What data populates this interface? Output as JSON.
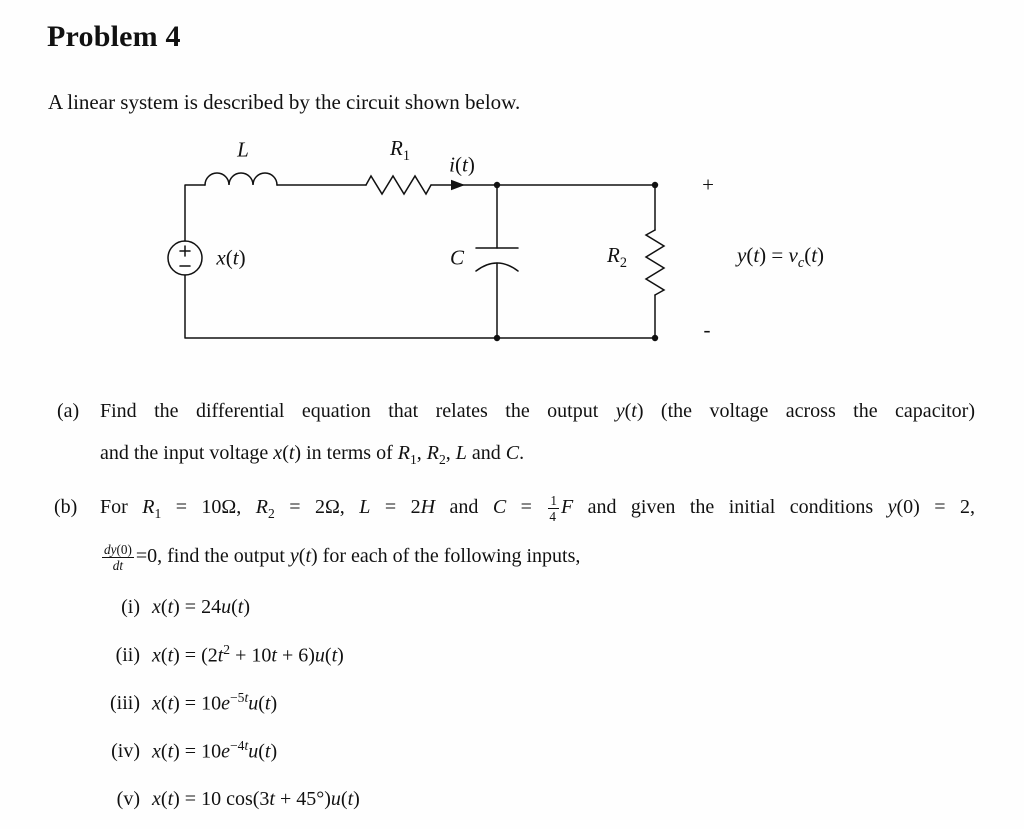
{
  "document": {
    "title": "Problem 4",
    "intro": "A linear system is described by the circuit shown below."
  },
  "circuit": {
    "inductor_label": "<i>L</i>",
    "resistor1_label": "<i>R</i><sub>1</sub>",
    "current_label": "<i>i</i>(<i>t</i>)",
    "source_label": "<i>x</i>(<i>t</i>)",
    "capacitor_label": "<i>C</i>",
    "resistor2_label": "<i>R</i><sub>2</sub>",
    "output_plus": "+",
    "output_minus": "-",
    "output_label": "<i>y</i>(<i>t</i>) = <i>v</i><sub><i>c</i></sub>(<i>t</i>)"
  },
  "parts": {
    "a": {
      "label": "(a)",
      "line1": "Find the differential equation that relates the output <i>y</i>(<i>t</i>) (the voltage across the capacitor)",
      "line2": "and the input voltage <i>x</i>(<i>t</i>) in terms of <i>R</i><sub>1</sub>, <i>R</i><sub>2</sub>, <i>L</i> and <i>C</i>."
    },
    "b": {
      "label": "(b)",
      "line1": "For <i>R</i><sub>1</sub> = 10Ω, <i>R</i><sub>2</sub> = 2Ω, <i>L</i> = 2<i>H</i> and <i>C</i> = <span class=\"frac\"><span class=\"fnum\">1</span><span class=\"fden\">4</span></span><i>F</i> and given the initial conditions <i>y</i>(0) = 2,",
      "line2": "<span class=\"frac\"><span class=\"fnum\"><i>dy</i>(0)</span><span class=\"fden\"><i>dt</i></span></span>=0, find the output <i>y</i>(<i>t</i>) for each of the following inputs,"
    }
  },
  "inputs": [
    {
      "label": "(i)",
      "expr": "<i>x</i>(<i>t</i>) = 24<i>u</i>(<i>t</i>)"
    },
    {
      "label": "(ii)",
      "expr": "<i>x</i>(<i>t</i>) = (2<i>t</i><sup>2</sup> + 10<i>t</i> + 6)<i>u</i>(<i>t</i>)"
    },
    {
      "label": "(iii)",
      "expr": "<i>x</i>(<i>t</i>) = 10<i>e</i><sup>−5<i>t</i></sup><i>u</i>(<i>t</i>)"
    },
    {
      "label": "(iv)",
      "expr": "<i>x</i>(<i>t</i>) = 10<i>e</i><sup>−4<i>t</i></sup><i>u</i>(<i>t</i>)"
    },
    {
      "label": "(v)",
      "expr": "<i>x</i>(<i>t</i>) = 10 cos(3<i>t</i> + 45°)<i>u</i>(<i>t</i>)"
    }
  ]
}
